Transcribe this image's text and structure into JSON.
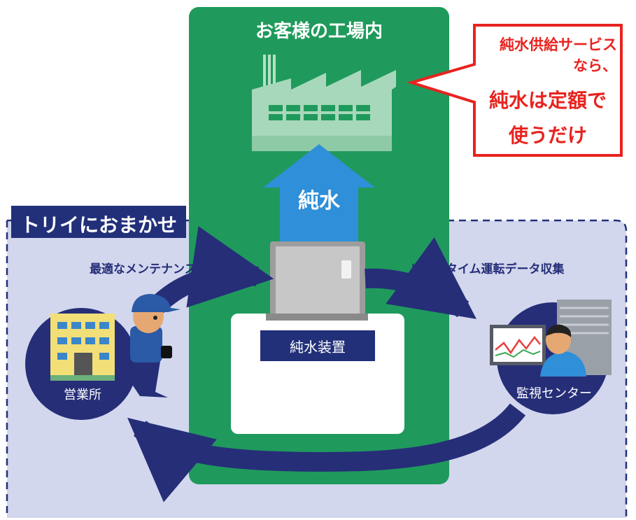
{
  "factory": {
    "title": "お客様の工場内",
    "panel_color": "#1f9a5c"
  },
  "callout": {
    "line1": "純水供給サービス",
    "line2": "なら、",
    "line3": "純水は定額で",
    "line4": "使うだけ",
    "border_color": "#e8231f",
    "text_color": "#e8231f"
  },
  "arrow_up": {
    "label": "純水",
    "color": "#2f8fd8"
  },
  "service_area": {
    "label": "トリイにおまかせ",
    "label_bg": "#22307a",
    "bg_color": "#d2d7ee"
  },
  "device": {
    "label": "純水装置"
  },
  "flows": {
    "left_label": "最適なメンテナンス",
    "right_label": "リアルタイム運転データ収集",
    "arrow_color": "#262e78"
  },
  "sales_office": {
    "label": "営業所",
    "icon": "office-building-icon"
  },
  "monitor_center": {
    "label": "監視センター",
    "icon": "monitor-operator-icon"
  },
  "worker": {
    "icon": "maintenance-worker-icon"
  }
}
